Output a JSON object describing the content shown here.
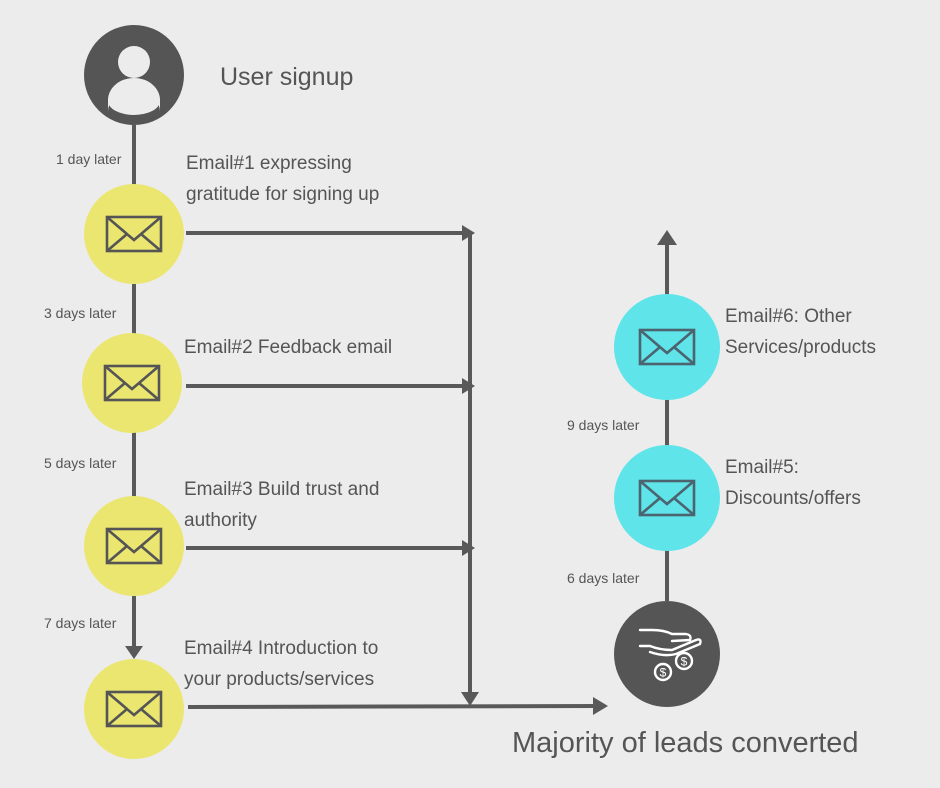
{
  "colors": {
    "background": "#ececec",
    "line": "#595959",
    "text": "#555555",
    "email_yellow": "#ebe66f",
    "email_cyan": "#5ee4e9",
    "node_dark": "#555555"
  },
  "start": {
    "label": "User signup",
    "icon": "user-icon"
  },
  "funnel_emails": [
    {
      "delay": "1 day later",
      "text_lines": [
        "Email#1 expressing",
        "gratitude for signing up"
      ],
      "icon": "envelope-icon"
    },
    {
      "delay": "3 days later",
      "text_lines": [
        "Email#2 Feedback email"
      ],
      "icon": "envelope-icon"
    },
    {
      "delay": "5 days later",
      "text_lines": [
        "Email#3 Build trust and",
        "authority"
      ],
      "icon": "envelope-icon"
    },
    {
      "delay": "7 days later",
      "text_lines": [
        "Email#4 Introduction to",
        "your products/services"
      ],
      "icon": "envelope-icon"
    }
  ],
  "conversion": {
    "label": "Majority of leads converted",
    "icon": "hand-money-icon"
  },
  "followup_emails": [
    {
      "delay": "6 days later",
      "text_lines": [
        "Email#5:",
        "Discounts/offers"
      ],
      "icon": "envelope-icon"
    },
    {
      "delay": "9 days later",
      "text_lines": [
        "Email#6: Other",
        "Services/products"
      ],
      "icon": "envelope-icon"
    }
  ]
}
